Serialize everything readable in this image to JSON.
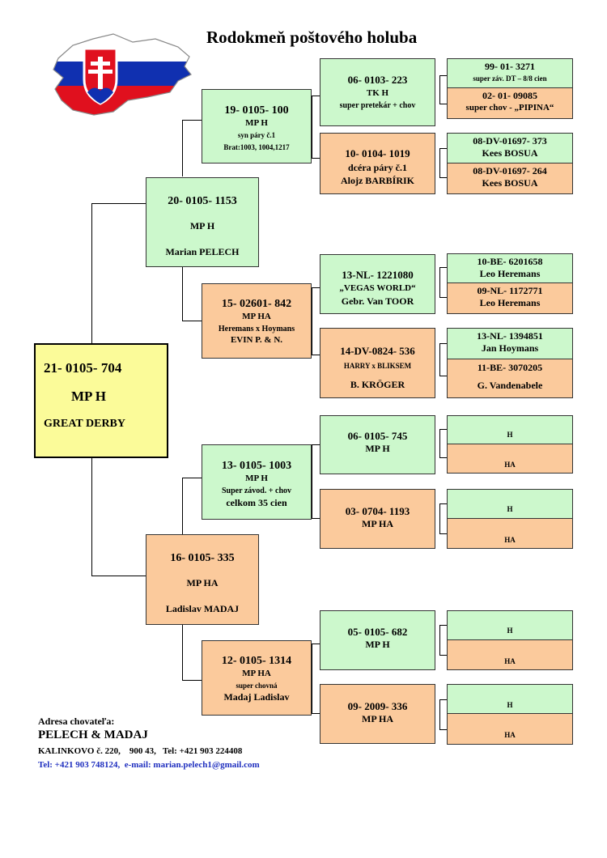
{
  "title": "Rodokmeň poštového holuba",
  "colors": {
    "green": "#ccf8cc",
    "orange": "#fbca9c",
    "yellow": "#fbfb99"
  },
  "flag_icon": "slovakia-map-flag-icon",
  "subject": {
    "ring": "21- 0105- 704",
    "line1": "MP  H",
    "line2": "GREAT DERBY"
  },
  "gen1": {
    "father": {
      "ring": "20- 0105- 1153",
      "line1": "MP   H",
      "line2": "Marian PELECH"
    },
    "mother": {
      "ring": "16- 0105- 335",
      "line1": "MP   HA",
      "line2": "Ladislav MADAJ"
    }
  },
  "gen2": {
    "ff": {
      "ring": "19- 0105- 100",
      "line1": "MP  H",
      "line2": "syn páry č.1",
      "line3": "Brat:1003, 1004,1217"
    },
    "fm": {
      "ring": "15- 02601- 842",
      "line1": "MP  HA",
      "line2": "Heremans x Hoymans",
      "line3": "EVIN P. & N."
    },
    "mf": {
      "ring": "13- 0105- 1003",
      "line1": "MP  H",
      "line2": "Super závod. + chov",
      "line3": "celkom 35 cien"
    },
    "mm": {
      "ring": "12- 0105- 1314",
      "line1": "MP  HA",
      "line2": "super chovná",
      "line3": "Madaj Ladislav"
    }
  },
  "gen3": {
    "fff": {
      "ring": "06- 0103- 223",
      "line1": "TK  H",
      "line2": "super pretekár + chov"
    },
    "ffm": {
      "ring": "10- 0104- 1019",
      "line1": "dcéra páry č.1",
      "line2": "Alojz BARBÍRIK"
    },
    "fmf": {
      "ring": "13-NL- 1221080",
      "line1": "„VEGAS WORLD“",
      "line2": "Gebr. Van TOOR"
    },
    "fmm": {
      "ring": "14-DV-0824- 536",
      "line1": "HARRY x BLIKSEM",
      "line2": "B. KRÖGER"
    },
    "mff": {
      "ring": "06- 0105- 745",
      "line1": "MP  H"
    },
    "mfm": {
      "ring": "03- 0704- 1193",
      "line1": "MP  HA"
    },
    "mmf": {
      "ring": "05- 0105- 682",
      "line1": "MP  H"
    },
    "mmm": {
      "ring": "09- 2009- 336",
      "line1": "MP  HA"
    }
  },
  "gen4": {
    "fff": {
      "top_line1": "99- 01- 3271",
      "top_line2": "super záv. DT – 8/8 cien",
      "bot_line1": "02- 01- 09085",
      "bot_line2": "super chov - „PIPINA“"
    },
    "ffm": {
      "top_line1": "08-DV-01697- 373",
      "top_line2": "Kees BOSUA",
      "bot_line1": "08-DV-01697- 264",
      "bot_line2": "Kees BOSUA"
    },
    "fmf": {
      "top_line1": "10-BE- 6201658",
      "top_line2": "Leo Heremans",
      "bot_line1": "09-NL- 1172771",
      "bot_line2": "Leo Heremans"
    },
    "fmm": {
      "top_line1": "13-NL- 1394851",
      "top_line2": "Jan Hoymans",
      "bot_line1": "11-BE- 3070205",
      "bot_line2": "G. Vandenabele"
    },
    "mff": {
      "top": "H",
      "bot": "HA"
    },
    "mfm": {
      "top": "H",
      "bot": "HA"
    },
    "mmf": {
      "top": "H",
      "bot": "HA"
    },
    "mmm": {
      "top": "H",
      "bot": "HA"
    }
  },
  "contact": {
    "label": "Adresa chovateľa:",
    "name": "PELECH & MADAJ",
    "address": "KALINKOVO č. 220,    900 43,   Tel: +421 903 224408",
    "contact_line": "Tel: +421 903 748124,  e-mail: marian.pelech1@gmail.com",
    "link_color": "#1f2fbf"
  }
}
